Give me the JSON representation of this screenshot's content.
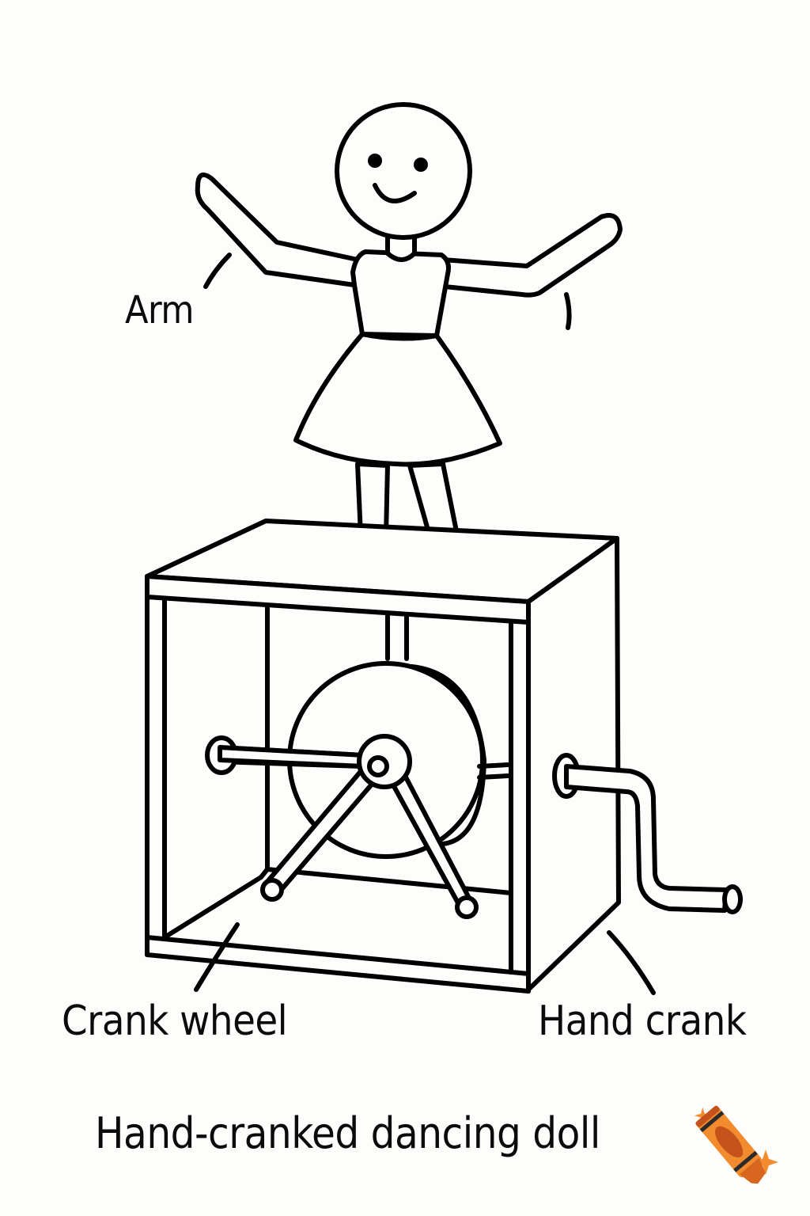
{
  "diagram": {
    "title": "Hand-cranked dancing doll",
    "labels": {
      "arm": "Arm",
      "crank_wheel": "Crank wheel",
      "hand_crank": "Hand crank"
    },
    "parts": [
      "doll",
      "box-frame",
      "crank-wheel",
      "connecting-rods",
      "hand-crank"
    ],
    "style": "black line-art coloring page",
    "colors": {
      "background": "#fdfdfb",
      "line": "#000000",
      "crayon_body": "#f28a2e",
      "crayon_dark": "#c4521a",
      "crayon_band": "#2b2b2b"
    },
    "icons": {
      "logo": "crayon-icon",
      "sparkles": "sparkle-icon"
    }
  }
}
